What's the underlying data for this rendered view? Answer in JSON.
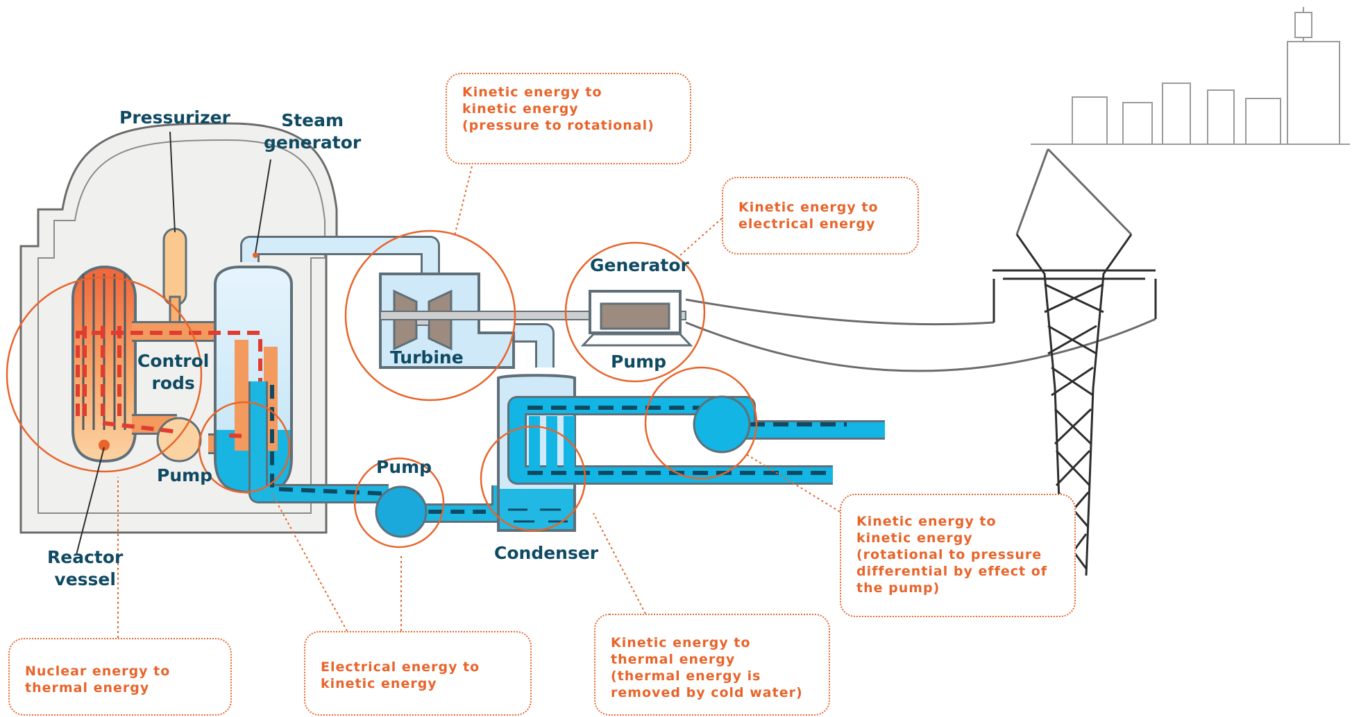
{
  "labels": {
    "pressurizer": "Pressurizer",
    "steam_generator": [
      "Steam",
      "generator"
    ],
    "control_rods": [
      "Control",
      "rods"
    ],
    "pump_primary": "Pump",
    "reactor_vessel": [
      "Reactor",
      "vessel"
    ],
    "turbine": "Turbine",
    "generator": "Generator",
    "pump_generator": "Pump",
    "pump_feed": "Pump",
    "condenser": "Condenser"
  },
  "notes": {
    "turbine": [
      "Kinetic energy to",
      "kinetic energy",
      "(pressure to rotational)"
    ],
    "generator": [
      "Kinetic energy to",
      "electrical energy"
    ],
    "cooling_pump": [
      "Kinetic energy to",
      "kinetic energy",
      "(rotational to pressure",
      "differential by effect of",
      "the pump)"
    ],
    "reactor": [
      "Nuclear energy to",
      "thermal energy"
    ],
    "feed_pump": [
      "Electrical energy to",
      "kinetic energy"
    ],
    "condenser": [
      "Kinetic energy to",
      "thermal energy",
      "(thermal energy is",
      "removed by cold water)"
    ]
  },
  "colors": {
    "accent": "#e8642a",
    "label": "#0f4a63",
    "water": "#16b3e0",
    "steam": "#cfe9f8",
    "hot": "#f08a4f",
    "coolant_path": "#e03c2f"
  }
}
